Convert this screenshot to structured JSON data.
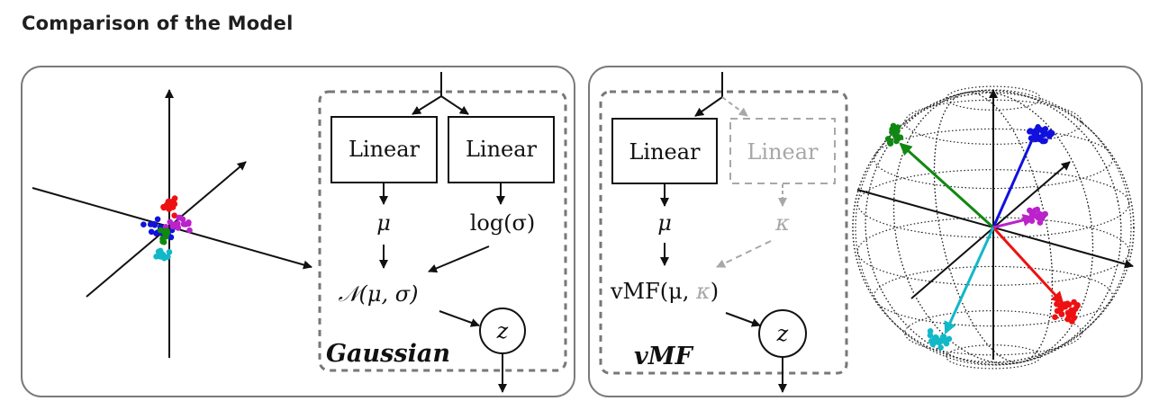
{
  "page": {
    "title": "Comparison of the Model"
  },
  "gaussian_panel": {
    "linear_mu_label": "Linear",
    "linear_sigma_label": "Linear",
    "mu_symbol": "μ",
    "log_sigma_label": "log(σ)",
    "distribution_label": "𝒩(μ, σ)",
    "latent_symbol": "z",
    "method_name": "Gaussian"
  },
  "vmf_panel": {
    "linear_mu_label": "Linear",
    "linear_kappa_label": "Linear",
    "mu_symbol": "μ",
    "kappa_symbol": "κ",
    "distribution_prefix": "vMF(μ, ",
    "distribution_kappa": "κ",
    "distribution_suffix": ")",
    "latent_symbol": "z",
    "method_name": "vMF"
  },
  "colors": {
    "text": "#111111",
    "disabled_gray": "#a8a8a8",
    "panel_border": "#7a7a7a",
    "dashed_border": "#777777",
    "cluster_red": "#ee1111",
    "cluster_blue": "#1111dd",
    "cluster_green": "#118811",
    "cluster_cyan": "#11b8c8",
    "cluster_magenta": "#bb22cc"
  }
}
